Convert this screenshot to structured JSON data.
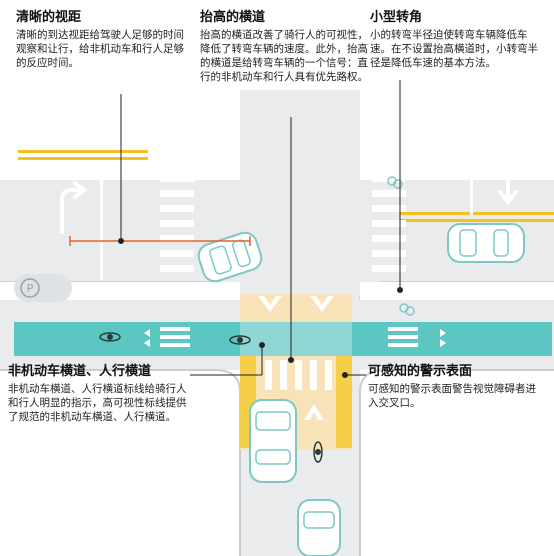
{
  "labels": {
    "sightline": {
      "title": "清晰的视距",
      "body": "清晰的到达视距给驾驶人足够的时间观察和让行，给非机动车和行人足够的反应时间。"
    },
    "raised_crossing": {
      "title": "抬高的横道",
      "body": "抬高的横道改善了骑行人的可视性，降低了转弯车辆的速度。此外，抬高的横道是给转弯车辆的一个信号：直行的非机动车和行人具有优先路权。"
    },
    "small_corner": {
      "title": "小型转角",
      "body": "小的转弯半径迫使转弯车辆降低车速。在不设置抬高横道时，小转弯半径是降低车速的基本方法。"
    },
    "bike_crossing": {
      "title": "非机动车横道、人行横道",
      "body": "非机动车横道、人行横道标线给骑行人和行人明显的指示，高可视性标线提供了规范的非机动车横道、人行横道。"
    },
    "tactile": {
      "title": "可感知的警示表面",
      "body": "可感知的警示表面警告视觉障碍者进入交叉口。"
    }
  },
  "parking_symbol": "P",
  "colors": {
    "bike_lane": "#5cc6c2",
    "bike_lane_dark": "#3aa9a5",
    "raised_crossing": "#f8e3b9",
    "tactile": "#f5cf4a",
    "road_yellow_line": "#f4c21d",
    "sightline": "#e8622a",
    "road": "#e9ebec",
    "sidewalk": "#ffffff",
    "car_outline": "#7dc8c5"
  }
}
